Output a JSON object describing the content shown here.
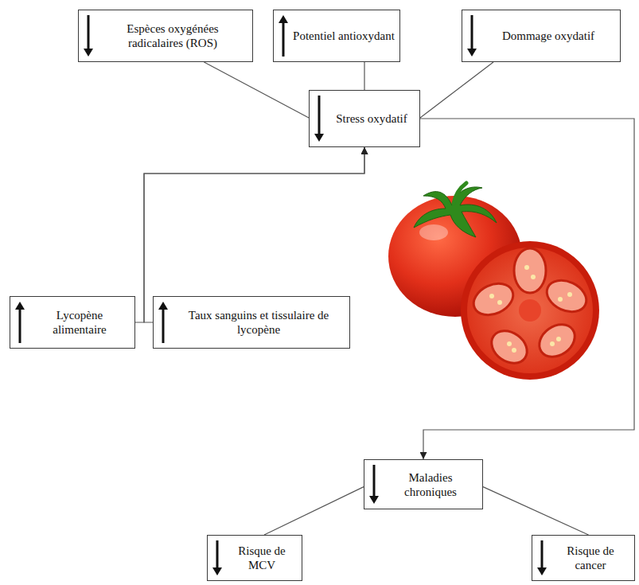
{
  "diagram": {
    "nodes": [
      {
        "text": [
          "Espèces oxygénées radicalaires (ROS)"
        ]
      },
      {
        "text": [
          "Potentiel antioxydant"
        ]
      },
      {
        "text": [
          "Dommage oxydatif"
        ]
      },
      {
        "text": [
          "Stress oxydatif"
        ]
      },
      {
        "text": [
          "Lycopène alimentaire"
        ]
      },
      {
        "text": [
          "Taux sanguins et tissulaire de lycopène"
        ]
      },
      {
        "text": [
          "Maladies chroniques"
        ]
      },
      {
        "text": [
          "Risque de MCV"
        ]
      },
      {
        "text": [
          "Risque de cancer"
        ]
      }
    ],
    "edges": [
      {
        "from": 0,
        "to": 3,
        "arrow": "none"
      },
      {
        "from": 1,
        "to": 3,
        "arrow": "none"
      },
      {
        "from": 2,
        "to": 3,
        "arrow": "none"
      },
      {
        "from": 4,
        "to": 3,
        "arrow": "to"
      },
      {
        "from": 5,
        "to": 3,
        "arrow": "to"
      },
      {
        "from": 3,
        "to": 6,
        "arrow": "to"
      },
      {
        "from": 6,
        "to": 7,
        "arrow": "none"
      },
      {
        "from": 6,
        "to": 8,
        "arrow": "none"
      }
    ]
  }
}
